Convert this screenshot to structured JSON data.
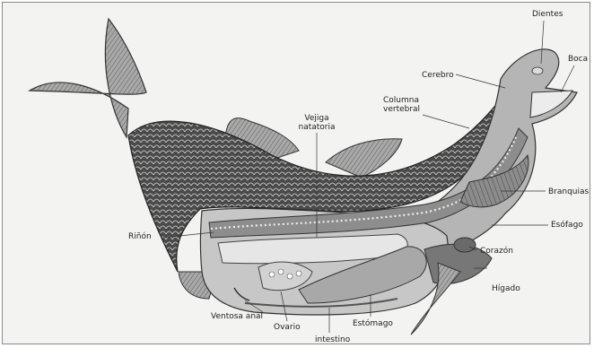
{
  "diagram": {
    "subject": "fish anatomy",
    "labels": {
      "dientes": "Dientes",
      "boca": "Boca",
      "cerebro": "Cerebro",
      "columna_line1": "Columna",
      "columna_line2": "vertebral",
      "vejiga_line1": "Vejiga",
      "vejiga_line2": "natatoria",
      "branquias": "Branquias",
      "esofago": "Esófago",
      "corazon": "Corazón",
      "rinon": "Riñón",
      "higado": "Hígado",
      "ventosa_anal": "Ventosa anal",
      "ovario": "Ovario",
      "estomago": "Estómago",
      "intestino": "intestino"
    },
    "colors": {
      "background": "#f3f3f1",
      "skin": "#b9b9b9",
      "scales": "#2f2f2f",
      "organs": "#9a9a9a",
      "outline": "#333333"
    }
  }
}
